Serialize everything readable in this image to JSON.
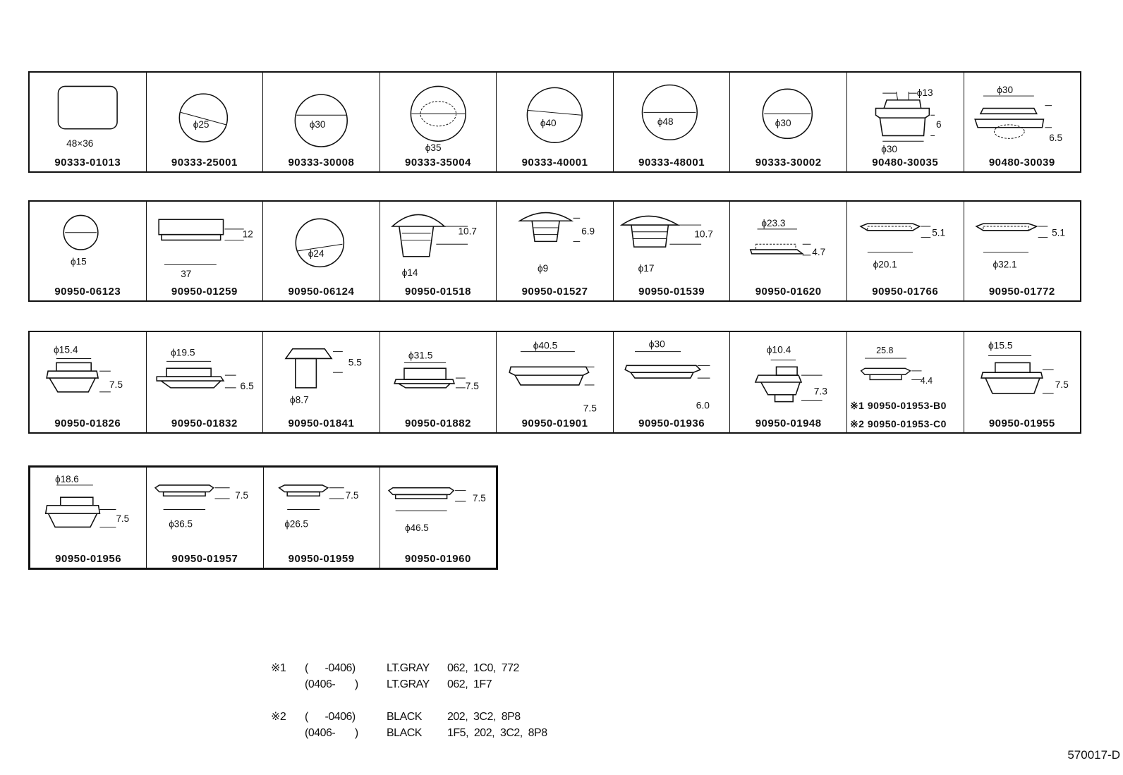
{
  "rows": [
    [
      {
        "part": "90333-01013",
        "dims": [
          "48×36"
        ]
      },
      {
        "part": "90333-25001",
        "dims": [
          "ϕ25"
        ]
      },
      {
        "part": "90333-30008",
        "dims": [
          "ϕ30"
        ]
      },
      {
        "part": "90333-35004",
        "dims": [
          "ϕ35"
        ]
      },
      {
        "part": "90333-40001",
        "dims": [
          "ϕ40"
        ]
      },
      {
        "part": "90333-48001",
        "dims": [
          "ϕ48"
        ]
      },
      {
        "part": "90333-30002",
        "dims": [
          "ϕ30"
        ]
      },
      {
        "part": "90480-30035",
        "dims": [
          "ϕ13",
          "6",
          "ϕ30"
        ]
      },
      {
        "part": "90480-30039",
        "dims": [
          "ϕ30",
          "6.5"
        ]
      }
    ],
    [
      {
        "part": "90950-06123",
        "dims": [
          "ϕ15"
        ]
      },
      {
        "part": "90950-01259",
        "dims": [
          "12",
          "37"
        ]
      },
      {
        "part": "90950-06124",
        "dims": [
          "ϕ24"
        ]
      },
      {
        "part": "90950-01518",
        "dims": [
          "10.7",
          "ϕ14"
        ]
      },
      {
        "part": "90950-01527",
        "dims": [
          "6.9",
          "ϕ9"
        ]
      },
      {
        "part": "90950-01539",
        "dims": [
          "10.7",
          "ϕ17"
        ]
      },
      {
        "part": "90950-01620",
        "dims": [
          "ϕ23.3",
          "4.7"
        ]
      },
      {
        "part": "90950-01766",
        "dims": [
          "5.1",
          "ϕ20.1"
        ]
      },
      {
        "part": "90950-01772",
        "dims": [
          "5.1",
          "ϕ32.1"
        ]
      }
    ],
    [
      {
        "part": "90950-01826",
        "dims": [
          "ϕ15.4",
          "7.5"
        ]
      },
      {
        "part": "90950-01832",
        "dims": [
          "ϕ19.5",
          "6.5"
        ]
      },
      {
        "part": "90950-01841",
        "dims": [
          "5.5",
          "ϕ8.7"
        ]
      },
      {
        "part": "90950-01882",
        "dims": [
          "ϕ31.5",
          "7.5"
        ]
      },
      {
        "part": "90950-01901",
        "dims": [
          "ϕ40.5",
          "7.5"
        ]
      },
      {
        "part": "90950-01936",
        "dims": [
          "ϕ30",
          "6.0"
        ]
      },
      {
        "part": "90950-01948",
        "dims": [
          "ϕ10.4",
          "7.3"
        ]
      },
      {
        "part": "※1 90950-01953-B0",
        "part2": "※2 90950-01953-C0",
        "dims": [
          "25.8",
          "4.4"
        ]
      },
      {
        "part": "90950-01955",
        "dims": [
          "ϕ15.5",
          "7.5"
        ]
      }
    ],
    [
      {
        "part": "90950-01956",
        "dims": [
          "ϕ18.6",
          "7.5"
        ]
      },
      {
        "part": "90950-01957",
        "dims": [
          "7.5",
          "ϕ36.5"
        ]
      },
      {
        "part": "90950-01959",
        "dims": [
          "7.5",
          "ϕ26.5"
        ]
      },
      {
        "part": "90950-01960",
        "dims": [
          "7.5",
          "ϕ46.5"
        ]
      }
    ]
  ],
  "notes": [
    {
      "mark": "※1",
      "range": "(      -0406)",
      "color": "LT.GRAY",
      "codes": "062,  1C0,  772"
    },
    {
      "mark": "",
      "range": "(0406-       )",
      "color": "LT.GRAY",
      "codes": "062,  1F7"
    },
    {
      "mark": "※2",
      "range": "(      -0406)",
      "color": "BLACK",
      "codes": "202,  3C2,  8P8"
    },
    {
      "mark": "",
      "range": "(0406-       )",
      "color": "BLACK",
      "codes": "1F5,  202,  3C2,  8P8"
    }
  ],
  "page_code": "570017-D"
}
